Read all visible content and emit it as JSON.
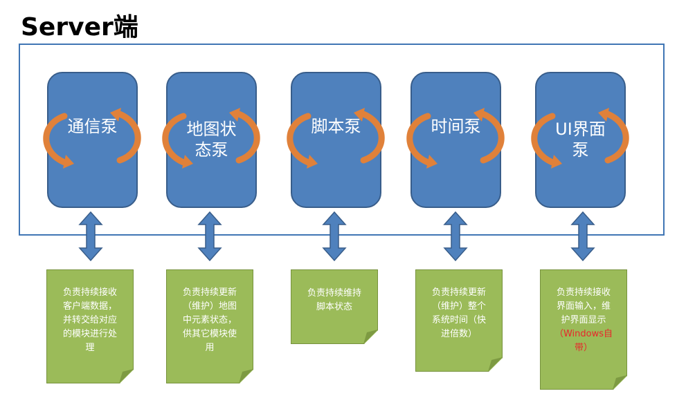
{
  "title": "Server端",
  "colors": {
    "frame": "#3f75b4",
    "pump_fill": "#4f81bd",
    "pump_border": "#385d8a",
    "cycle_arrow": "#e0813a",
    "link_arrow": "#4f81bd",
    "note_fill": "#9bbb59",
    "note_fold": "#7d9a42",
    "highlight_text": "#e8262a"
  },
  "pumps": [
    {
      "lines": [
        "通信泵"
      ]
    },
    {
      "lines": [
        "地图状",
        "态泵"
      ]
    },
    {
      "lines": [
        "脚本泵"
      ]
    },
    {
      "lines": [
        "时间泵"
      ]
    },
    {
      "lines": [
        "UI界面",
        "泵"
      ]
    }
  ],
  "notes": [
    {
      "lines": [
        "负责持续接收",
        "客户端数据，",
        "并转交给对应",
        "的模块进行处",
        "理"
      ]
    },
    {
      "lines": [
        "负责持续更新",
        "（维护）地图",
        "中元素状态，",
        "供其它模块使",
        "用"
      ]
    },
    {
      "lines": [
        "负责持续维持",
        "脚本状态"
      ]
    },
    {
      "lines": [
        "负责持续更新",
        "（维护）整个",
        "系统时间（快",
        "进倍数）"
      ]
    },
    {
      "lines": [
        "负责持续接收",
        "界面输入，维",
        "护界面显示"
      ],
      "highlight_lines": [
        "（Windows自",
        "带）"
      ]
    }
  ]
}
